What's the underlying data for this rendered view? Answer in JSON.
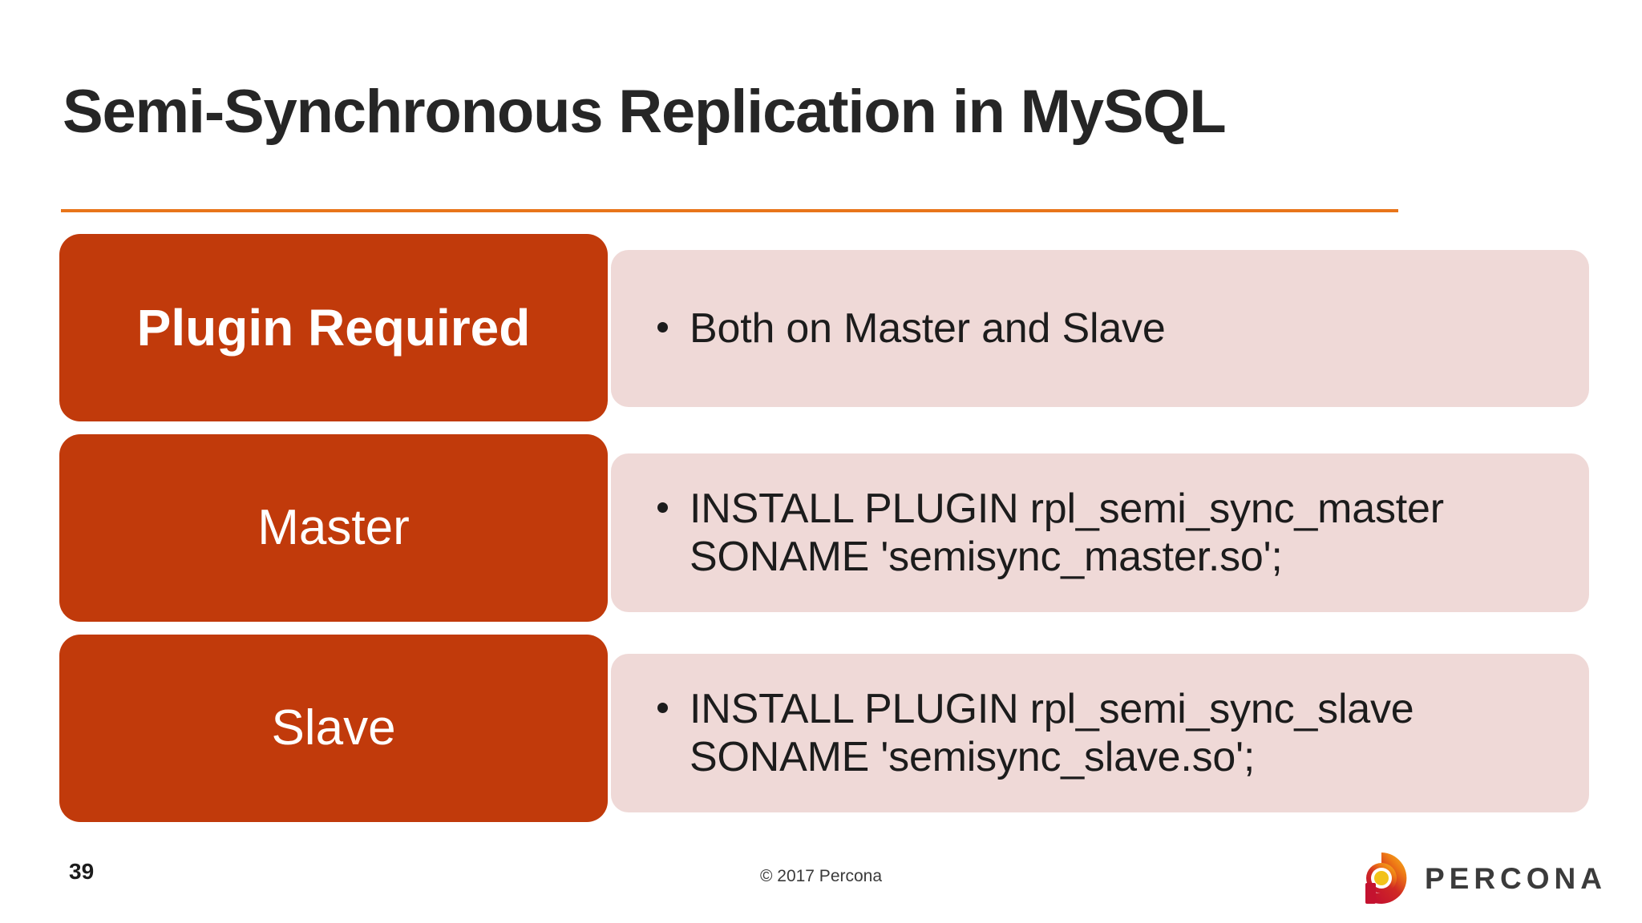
{
  "slide": {
    "title": "Semi-Synchronous Replication in MySQL",
    "accent_rule_color": "#E8751A",
    "label_box_color": "#C13A0B",
    "content_panel_color": "#EFD9D7",
    "title_color": "#262626"
  },
  "rows": [
    {
      "label": "Plugin Required",
      "label_bold": true,
      "bullets": [
        {
          "line1": "Both on Master and Slave",
          "line2": ""
        }
      ]
    },
    {
      "label": "Master",
      "label_bold": false,
      "bullets": [
        {
          "line1": "INSTALL PLUGIN rpl_semi_sync_master",
          "line2": "SONAME 'semisync_master.so';"
        }
      ]
    },
    {
      "label": "Slave",
      "label_bold": false,
      "bullets": [
        {
          "line1": "INSTALL PLUGIN rpl_semi_sync_slave",
          "line2": "SONAME 'semisync_slave.so';"
        }
      ]
    }
  ],
  "footer": {
    "page_number": "39",
    "copyright": "© 2017 Percona",
    "logo": {
      "wordmark": "PERCONA",
      "mark_icon": "percona-p-circle-icon",
      "mark_outer_color": "#C4122F",
      "mark_accent_color": "#F0A81E",
      "mark_center_color": "#F2C21A"
    }
  }
}
